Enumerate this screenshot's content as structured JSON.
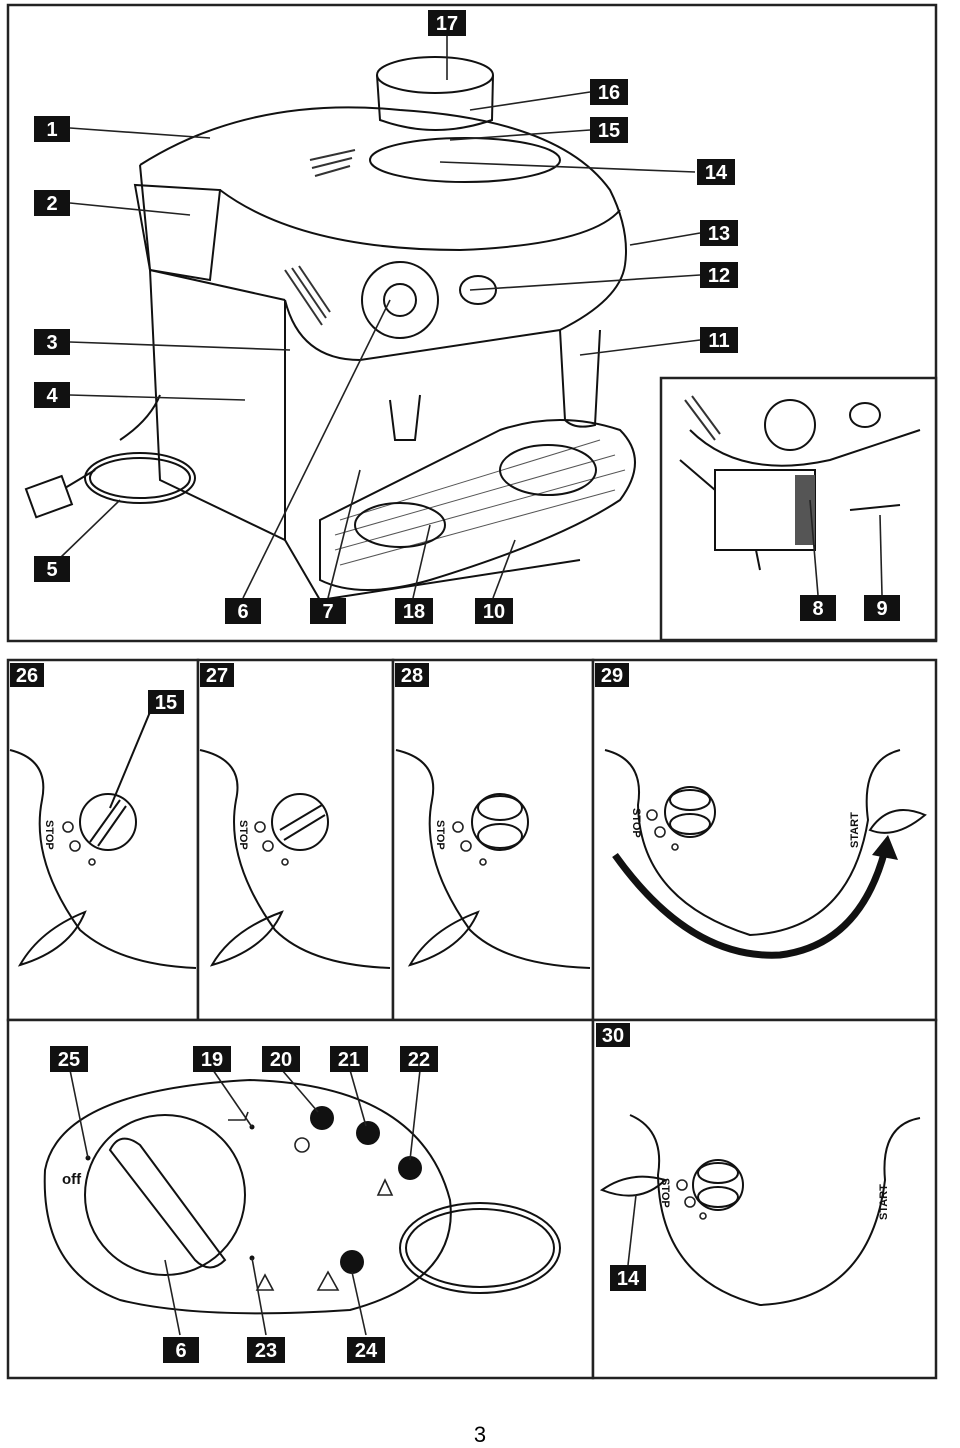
{
  "page_number": "3",
  "main_figure": {
    "callouts": [
      "1",
      "2",
      "3",
      "4",
      "5",
      "6",
      "7",
      "8",
      "9",
      "10",
      "11",
      "12",
      "13",
      "14",
      "15",
      "16",
      "17",
      "18"
    ]
  },
  "panels": [
    {
      "id": "26",
      "callouts": [
        "15"
      ],
      "dial_text": "STOP"
    },
    {
      "id": "27",
      "dial_text": "STOP"
    },
    {
      "id": "28",
      "dial_text": "STOP"
    },
    {
      "id": "29",
      "dial_text": "STOP",
      "start_text": "START"
    },
    {
      "id": "30",
      "callouts": [
        "14"
      ],
      "dial_text": "STOP",
      "start_text": "START"
    }
  ],
  "control_panel": {
    "callouts": [
      "25",
      "19",
      "20",
      "21",
      "22",
      "6",
      "23",
      "24"
    ],
    "off_label": "off"
  }
}
